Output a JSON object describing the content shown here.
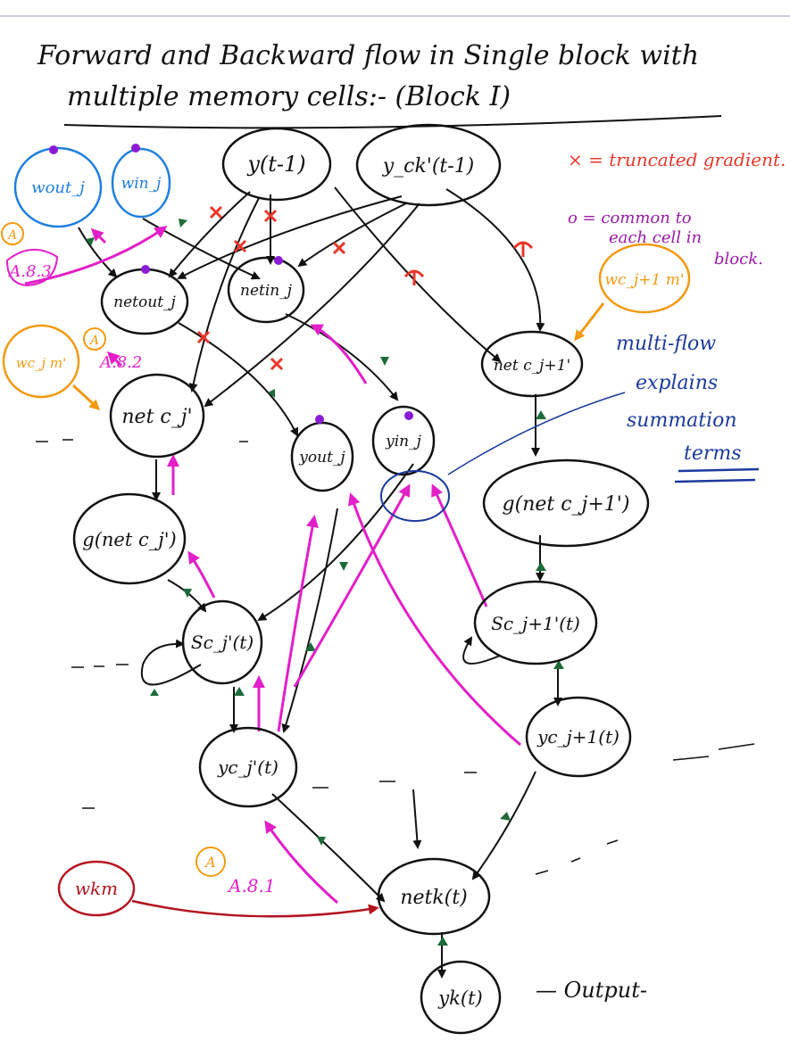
{
  "title": {
    "line1": "Forward and Backward flow in Single block with",
    "line2": "multiple memory cells:- (Block I)"
  },
  "nodes": {
    "w_out": "wout_j",
    "w_in": "win_j",
    "y_prev": "y(t-1)",
    "y_c_prev": "y_ck'(t-1)",
    "netout": "netout_j",
    "netin": "netin_j",
    "net_c_j1": "net c_j+1'",
    "w_c_m": "wc_j m'",
    "w_c_j1_m": "wc_j+1 m'",
    "net_c_j": "net c_j'",
    "y_out": "yout_j",
    "y_in": "yin_j",
    "g_net_c_j": "g(net c_j')",
    "g_net_c_j1": "g(net c_j+1')",
    "s_c_j": "Sc_j'(t)",
    "s_c_j1": "Sc_j+1'(t)",
    "y_c_j1": "yc_j+1(t)",
    "y_c_j": "yc_j'(t)",
    "net_k": "netk(t)",
    "w_km": "wkm",
    "y_k": "yk(t)"
  },
  "legend": {
    "truncated": "× = truncated gradient.",
    "common_line1": "o = common to",
    "common_line2": "each cell in",
    "common_line3": "block."
  },
  "annotations": {
    "a83": "A.8.3",
    "a82": "A.8.2",
    "a81": "A.8.1",
    "mark": "A",
    "multi_flow_1": "multi-flow",
    "multi_flow_2": "explains",
    "multi_flow_3": "summation",
    "multi_flow_4": "terms",
    "output": "— Output-"
  },
  "colors": {
    "ink": "#111111",
    "forward_arrow": "#1d6b3a",
    "backward": "#e21fc8",
    "truncated": "#e8372a",
    "common_dot": "#8a1bd6",
    "blue": "#1f7fe0",
    "orange": "#f29a12",
    "dark_red": "#b3141e",
    "navy": "#1b3a9e",
    "legend_purple": "#9b1aa8"
  }
}
